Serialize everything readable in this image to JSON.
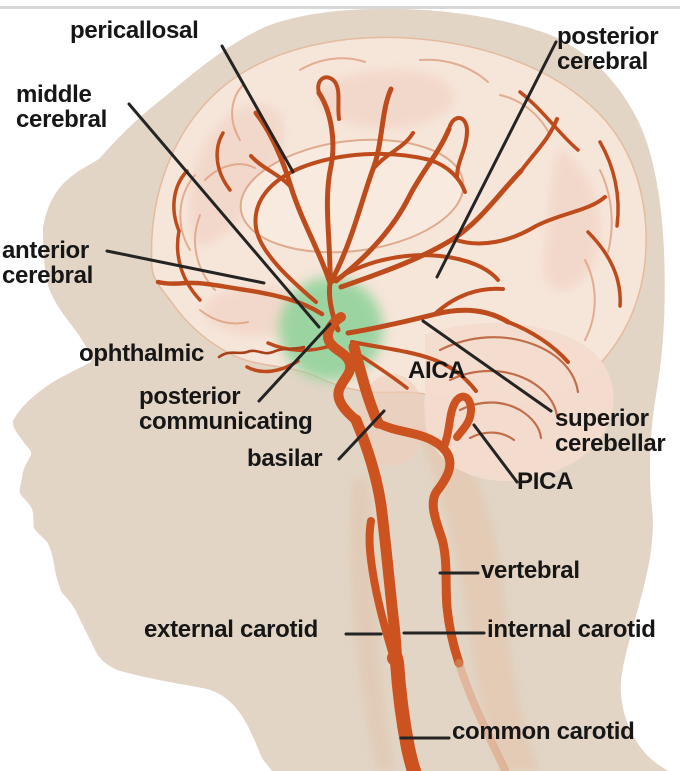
{
  "labels": {
    "pericallosal": {
      "lines": [
        "pericallosal"
      ]
    },
    "middle_cerebral": {
      "lines": [
        "middle",
        "cerebral"
      ]
    },
    "posterior_cerebral": {
      "lines": [
        "posterior",
        "cerebral"
      ]
    },
    "anterior_cerebral": {
      "lines": [
        "anterior",
        "cerebral"
      ]
    },
    "ophthalmic": {
      "lines": [
        "ophthalmic"
      ]
    },
    "posterior_communicating": {
      "lines": [
        "posterior",
        "communicating"
      ]
    },
    "basilar": {
      "lines": [
        "basilar"
      ]
    },
    "aica": {
      "lines": [
        "AICA"
      ]
    },
    "superior_cerebellar": {
      "lines": [
        "superior",
        "cerebellar"
      ]
    },
    "pica": {
      "lines": [
        "PICA"
      ]
    },
    "vertebral": {
      "lines": [
        "vertebral"
      ]
    },
    "external_carotid": {
      "lines": [
        "external carotid"
      ]
    },
    "internal_carotid": {
      "lines": [
        "internal carotid"
      ]
    },
    "common_carotid": {
      "lines": [
        "common carotid"
      ]
    }
  },
  "colors": {
    "background": "#ffffff",
    "head_silhouette": "#e2d5c5",
    "brain_tissue": "#f6e5d9",
    "brain_shading": "#f0cfbf",
    "artery_main": "#cc5320",
    "artery_branch": "#bd4b1c",
    "circle_of_willis_highlight": "#93d39c",
    "leader_line": "#242424",
    "label_text": "#161616",
    "top_border": "#d8d8d8"
  }
}
